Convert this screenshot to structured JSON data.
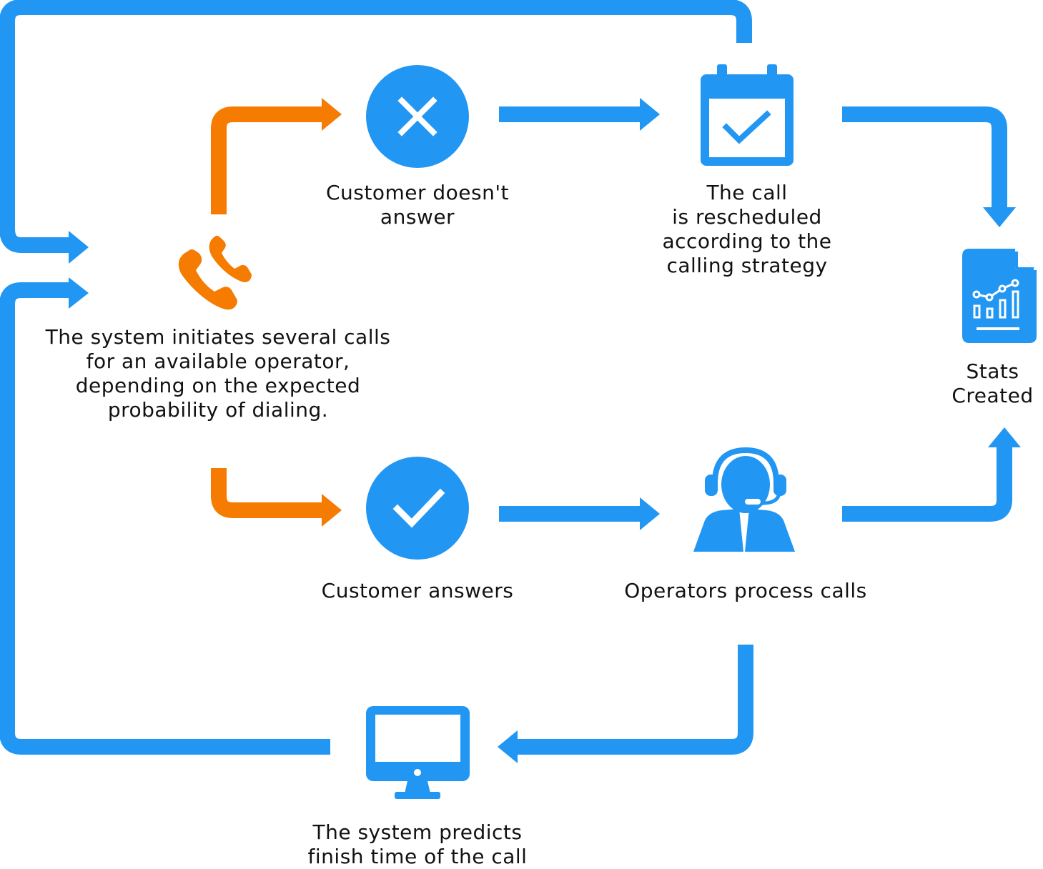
{
  "colors": {
    "blue": "#2196F3",
    "orange": "#F57C00",
    "text": "#111111"
  },
  "nodes": {
    "start": {
      "icon": "phone-calls-icon",
      "lines": [
        "The system initiates several calls",
        "for an available operator,",
        "depending on the expected",
        "probability of dialing."
      ]
    },
    "no_answer": {
      "icon": "x-circle-icon",
      "lines": [
        "Customer doesn't",
        "answer"
      ]
    },
    "rescheduled": {
      "icon": "calendar-check-icon",
      "lines": [
        "The call",
        "is rescheduled",
        "according to the",
        "calling strategy"
      ]
    },
    "stats": {
      "icon": "stats-report-icon",
      "lines": [
        "Stats",
        "Created"
      ]
    },
    "answers": {
      "icon": "check-circle-icon",
      "lines": [
        "Customer answers"
      ]
    },
    "operators": {
      "icon": "operator-headset-icon",
      "lines": [
        "Operators process calls"
      ]
    },
    "predicts": {
      "icon": "monitor-icon",
      "lines": [
        "The system predicts",
        "finish time of the call"
      ]
    }
  }
}
